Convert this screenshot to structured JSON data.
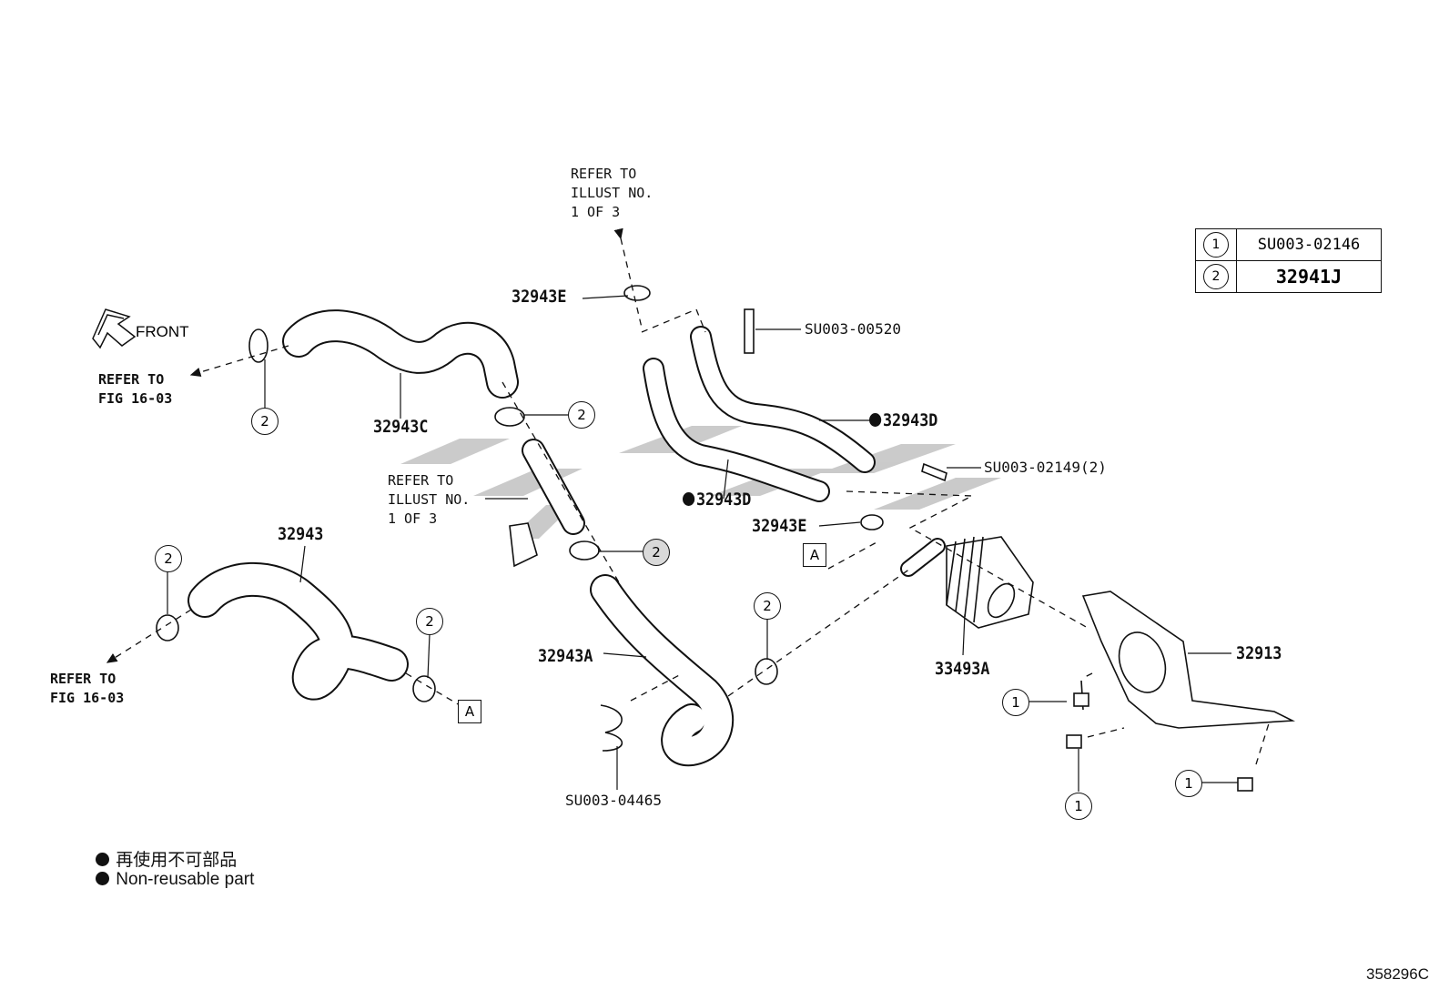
{
  "front_label": "FRONT",
  "refer_labels": {
    "top": "REFER TO\nILLUST NO.\n1 OF 3",
    "mid": "REFER TO\nILLUST NO.\n1 OF 3",
    "left_upper": "REFER TO\nFIG 16-03",
    "left_lower": "REFER TO\nFIG 16-03"
  },
  "part_numbers": {
    "hose_32943c": "32943C",
    "hose_32943": "32943",
    "hose_32943a": "32943A",
    "hose_32943d_upper": "32943D",
    "hose_32943d_lower": "32943D",
    "clamp_32943e_upper": "32943E",
    "clamp_32943e_lower": "32943E",
    "cooler_33493a": "33493A",
    "bracket_32913": "32913",
    "fitting_su003_00520": "SU003-00520",
    "bolt_su003_02149": "SU003-02149(2)",
    "clip_su003_04465": "SU003-04465"
  },
  "callout_numbers": {
    "one": "1",
    "two": "2"
  },
  "connection_marker": "A",
  "reference_table": [
    {
      "key": "1",
      "value": "SU003-02146"
    },
    {
      "key": "2",
      "value": "32941J"
    }
  ],
  "legend": [
    {
      "text": "再使用不可部品"
    },
    {
      "text": "Non-reusable part"
    }
  ],
  "figure_id": "358296C"
}
